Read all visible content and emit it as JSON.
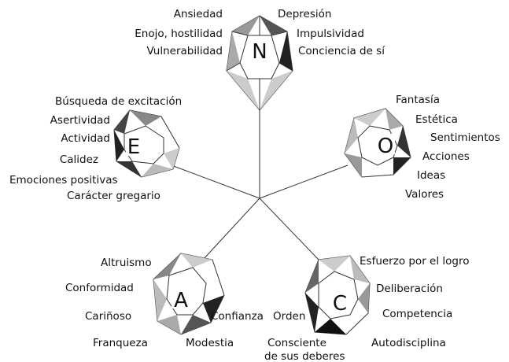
{
  "factors": [
    {
      "key": "N",
      "letter": "N",
      "facets": [
        "Ansiedad",
        "Enojo, hostilidad",
        "Vulnerabilidad",
        "Depresión",
        "Impulsividad",
        "Conciencia de sí"
      ]
    },
    {
      "key": "E",
      "letter": "E",
      "facets": [
        "Búsqueda de excitación",
        "Asertividad",
        "Actividad",
        "Calidez",
        "Emociones positivas",
        "Carácter gregario"
      ]
    },
    {
      "key": "O",
      "letter": "O",
      "facets": [
        "Fantasía",
        "Estética",
        "Sentimientos",
        "Acciones",
        "Ideas",
        "Valores"
      ]
    },
    {
      "key": "A",
      "letter": "A",
      "facets": [
        "Altruismo",
        "Conformidad",
        "Cariñoso",
        "Franqueza",
        "Confianza",
        "Modestia"
      ]
    },
    {
      "key": "C",
      "letter": "C",
      "facets": [
        "Esfuerzo por el logro",
        "Deliberación",
        "Competencia",
        "Autodisciplina",
        "Orden",
        "Consciente",
        "de sus deberes"
      ]
    }
  ]
}
